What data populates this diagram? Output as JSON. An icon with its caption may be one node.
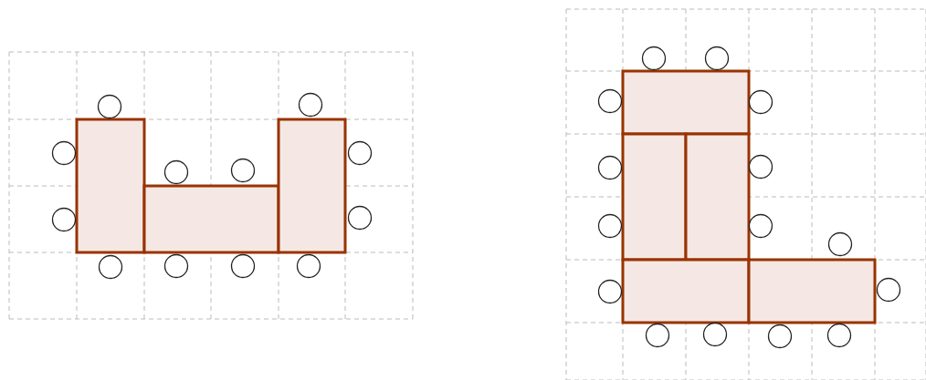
{
  "diagram": {
    "nodes": [
      {
        "text": [],
        "shape": "box"
      },
      {
        "text": [],
        "shape": "box"
      },
      {
        "text": [],
        "shape": "box"
      },
      {
        "text": [],
        "shape": "circle"
      },
      {
        "text": [],
        "shape": "circle"
      },
      {
        "text": [],
        "shape": "circle"
      },
      {
        "text": [],
        "shape": "circle"
      },
      {
        "text": [],
        "shape": "circle"
      },
      {
        "text": [],
        "shape": "circle"
      },
      {
        "text": [],
        "shape": "circle"
      },
      {
        "text": [],
        "shape": "circle"
      },
      {
        "text": [],
        "shape": "circle"
      },
      {
        "text": [],
        "shape": "circle"
      },
      {
        "text": [],
        "shape": "circle"
      },
      {
        "text": [],
        "shape": "circle"
      },
      {
        "text": [],
        "shape": "box"
      },
      {
        "text": [],
        "shape": "box"
      },
      {
        "text": [],
        "shape": "box"
      },
      {
        "text": [],
        "shape": "box"
      },
      {
        "text": [],
        "shape": "box"
      },
      {
        "text": [],
        "shape": "circle"
      },
      {
        "text": [],
        "shape": "circle"
      },
      {
        "text": [],
        "shape": "circle"
      },
      {
        "text": [],
        "shape": "circle"
      },
      {
        "text": [],
        "shape": "circle"
      },
      {
        "text": [],
        "shape": "circle"
      },
      {
        "text": [],
        "shape": "circle"
      },
      {
        "text": [],
        "shape": "circle"
      },
      {
        "text": [],
        "shape": "circle"
      },
      {
        "text": [],
        "shape": "circle"
      },
      {
        "text": [],
        "shape": "circle"
      },
      {
        "text": [],
        "shape": "circle"
      },
      {
        "text": [],
        "shape": "circle"
      },
      {
        "text": [],
        "shape": "circle"
      },
      {
        "text": [],
        "shape": "circle"
      }
    ]
  }
}
